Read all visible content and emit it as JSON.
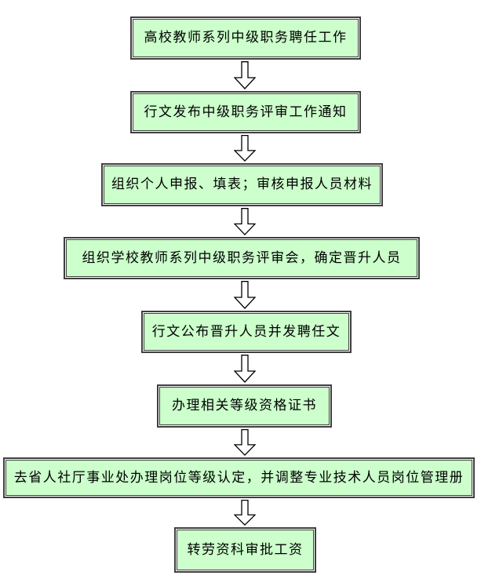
{
  "diagram": {
    "type": "flowchart",
    "direction": "top-to-bottom",
    "nodes": [
      {
        "id": "step-1",
        "label": "高校教师系列中级职务聘任工作"
      },
      {
        "id": "step-2",
        "label": "行文发布中级职务评审工作通知"
      },
      {
        "id": "step-3",
        "label": "组织个人申报、填表；审核申报人员材料"
      },
      {
        "id": "step-4",
        "label": "组织学校教师系列中级职务评审会，确定晋升人员"
      },
      {
        "id": "step-5",
        "label": "行文公布晋升人员并发聘任文"
      },
      {
        "id": "step-6",
        "label": "办理相关等级资格证书"
      },
      {
        "id": "step-7",
        "label": "去省人社厅事业处办理岗位等级认定，并调整专业技术人员岗位管理册"
      },
      {
        "id": "step-8",
        "label": "转劳资科审批工资"
      }
    ],
    "edges": [
      {
        "from": "step-1",
        "to": "step-2"
      },
      {
        "from": "step-2",
        "to": "step-3"
      },
      {
        "from": "step-3",
        "to": "step-4"
      },
      {
        "from": "step-4",
        "to": "step-5"
      },
      {
        "from": "step-5",
        "to": "step-6"
      },
      {
        "from": "step-6",
        "to": "step-7"
      },
      {
        "from": "step-7",
        "to": "step-8"
      }
    ],
    "colors": {
      "node_fill": "#ccffcc",
      "node_border": "#3f3f3f",
      "arrow_fill": "#ffffff",
      "arrow_stroke": "#000000",
      "background": "#ffffff"
    }
  }
}
